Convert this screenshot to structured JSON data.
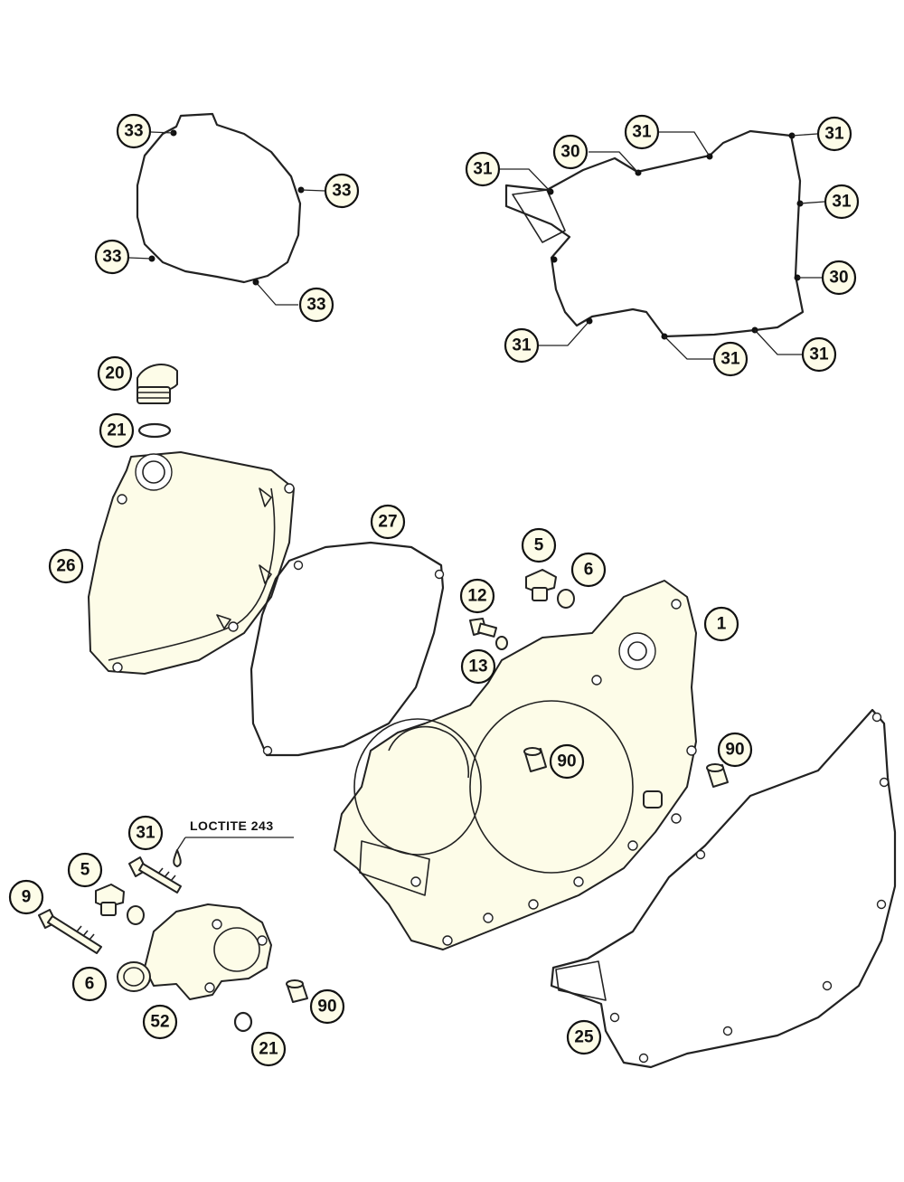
{
  "note": {
    "text": "LOCTITE 243"
  },
  "callouts": [
    {
      "id": "c33a",
      "label": "33"
    },
    {
      "id": "c33b",
      "label": "33"
    },
    {
      "id": "c33c",
      "label": "33"
    },
    {
      "id": "c33d",
      "label": "33"
    },
    {
      "id": "c31a",
      "label": "31"
    },
    {
      "id": "c31b",
      "label": "31"
    },
    {
      "id": "c30a",
      "label": "30"
    },
    {
      "id": "c31c",
      "label": "31"
    },
    {
      "id": "c31d",
      "label": "31"
    },
    {
      "id": "c30b",
      "label": "30"
    },
    {
      "id": "c31e",
      "label": "31"
    },
    {
      "id": "c31f",
      "label": "31"
    },
    {
      "id": "c31g",
      "label": "31"
    },
    {
      "id": "c20",
      "label": "20"
    },
    {
      "id": "c21a",
      "label": "21"
    },
    {
      "id": "c26",
      "label": "26"
    },
    {
      "id": "c27",
      "label": "27"
    },
    {
      "id": "c5a",
      "label": "5"
    },
    {
      "id": "c6a",
      "label": "6"
    },
    {
      "id": "c12",
      "label": "12"
    },
    {
      "id": "c13",
      "label": "13"
    },
    {
      "id": "c1",
      "label": "1"
    },
    {
      "id": "c90a",
      "label": "90"
    },
    {
      "id": "c90b",
      "label": "90"
    },
    {
      "id": "c31h",
      "label": "31"
    },
    {
      "id": "c5b",
      "label": "5"
    },
    {
      "id": "c9",
      "label": "9"
    },
    {
      "id": "c6b",
      "label": "6"
    },
    {
      "id": "c52",
      "label": "52"
    },
    {
      "id": "c90c",
      "label": "90"
    },
    {
      "id": "c21b",
      "label": "21"
    },
    {
      "id": "c25",
      "label": "25"
    }
  ]
}
